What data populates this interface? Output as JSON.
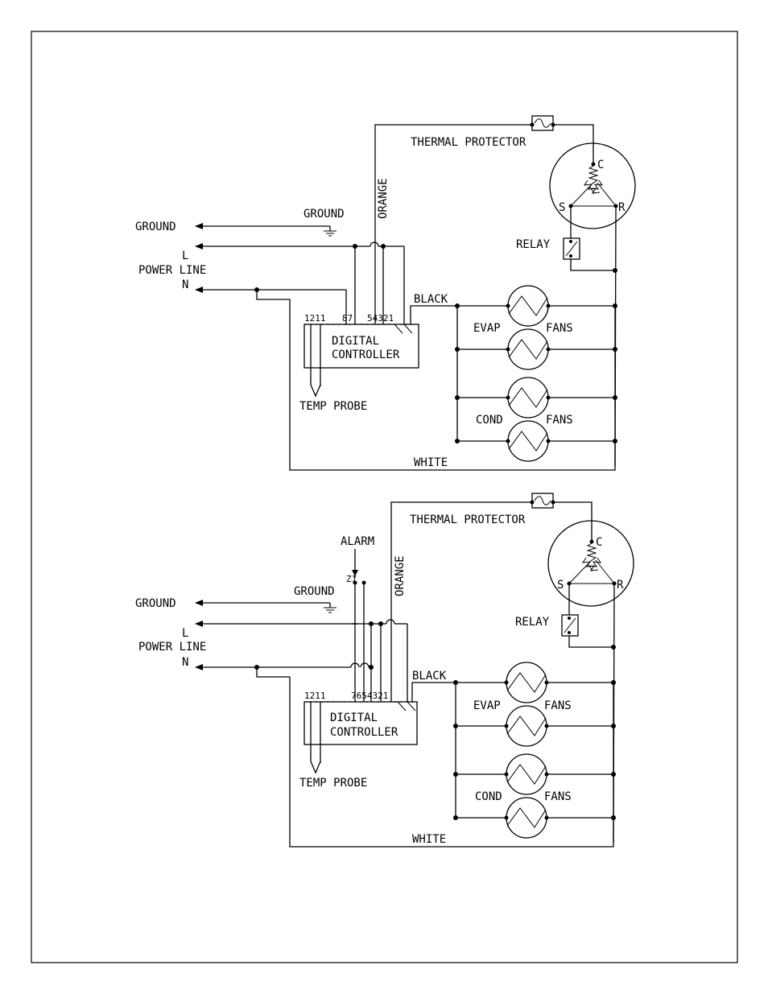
{
  "diagram_top": {
    "thermal_protector": "THERMAL PROTECTOR",
    "orange": "ORANGE",
    "ground_left": "GROUND",
    "ground_symbol": "GROUND",
    "line_l": "L",
    "power_line": "POWER LINE",
    "line_n": "N",
    "black": "BLACK",
    "terminals_left": "1211",
    "terminals_mid": "87",
    "terminals_right": "54321",
    "controller_line1": "DIGITAL",
    "controller_line2": "CONTROLLER",
    "temp_probe": "TEMP PROBE",
    "evap": "EVAP",
    "evap_fans": "FANS",
    "cond": "COND",
    "cond_fans": "FANS",
    "white": "WHITE",
    "relay": "RELAY",
    "comp_c": "C",
    "comp_s": "S",
    "comp_r": "R"
  },
  "diagram_bottom": {
    "thermal_protector": "THERMAL PROTECTOR",
    "orange": "ORANGE",
    "alarm": "ALARM",
    "alarm_term": "Z1",
    "ground_left": "GROUND",
    "ground_symbol": "GROUND",
    "line_l": "L",
    "power_line": "POWER LINE",
    "line_n": "N",
    "black": "BLACK",
    "terminals_left": "1211",
    "terminals_right": "7654321",
    "controller_line1": "DIGITAL",
    "controller_line2": "CONTROLLER",
    "temp_probe": "TEMP PROBE",
    "evap": "EVAP",
    "evap_fans": "FANS",
    "cond": "COND",
    "cond_fans": "FANS",
    "white": "WHITE",
    "relay": "RELAY",
    "comp_c": "C",
    "comp_s": "S",
    "comp_r": "R"
  }
}
